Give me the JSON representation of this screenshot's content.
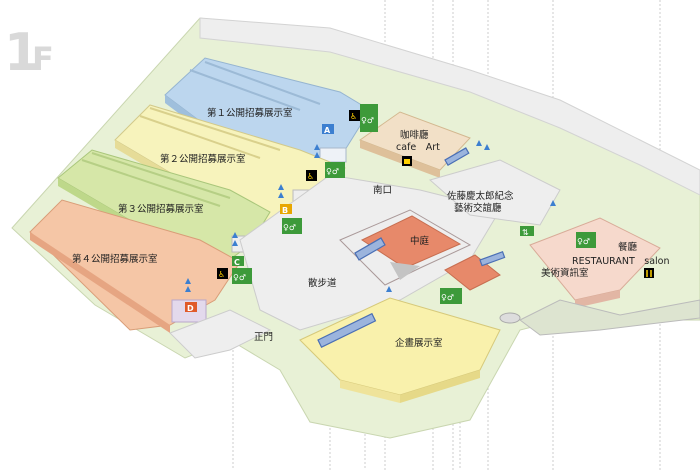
{
  "floor": {
    "number": "1",
    "suffix": "F"
  },
  "rooms": {
    "gallery1": "第１公開招募展示室",
    "gallery2": "第２公開招募展示室",
    "gallery3": "第３公開招募展示室",
    "gallery4": "第４公開招募展示室",
    "cafe_jp": "咖啡廳",
    "cafe_en": "cafe　Art",
    "south_gate": "南口",
    "memorial_1": "佐藤慶太郎紀念",
    "memorial_2": "藝術交誼廳",
    "courtyard": "中庭",
    "restaurant_jp": "餐廳",
    "restaurant_en": "RESTAURANT　salon",
    "art_library": "美術資訊室",
    "promenade": "散步道",
    "main_gate": "正門",
    "planning_gallery": "企畫展示室"
  },
  "markers": {
    "a": "A",
    "b": "B",
    "c": "C",
    "d": "D",
    "wheelchair": "♿",
    "elevator": "⇅",
    "restroom": "♀♂"
  },
  "colors": {
    "gallery1": "#bcd6ee",
    "gallery2": "#f7f3bc",
    "gallery3": "#d6e7a8",
    "gallery4": "#f5c6a6",
    "courtyard": "#e7896a",
    "planning": "#f9f1ac",
    "pavement": "#eeeeee",
    "lawn": "#e8f1d6",
    "toilet_green": "#3d9a3a"
  }
}
